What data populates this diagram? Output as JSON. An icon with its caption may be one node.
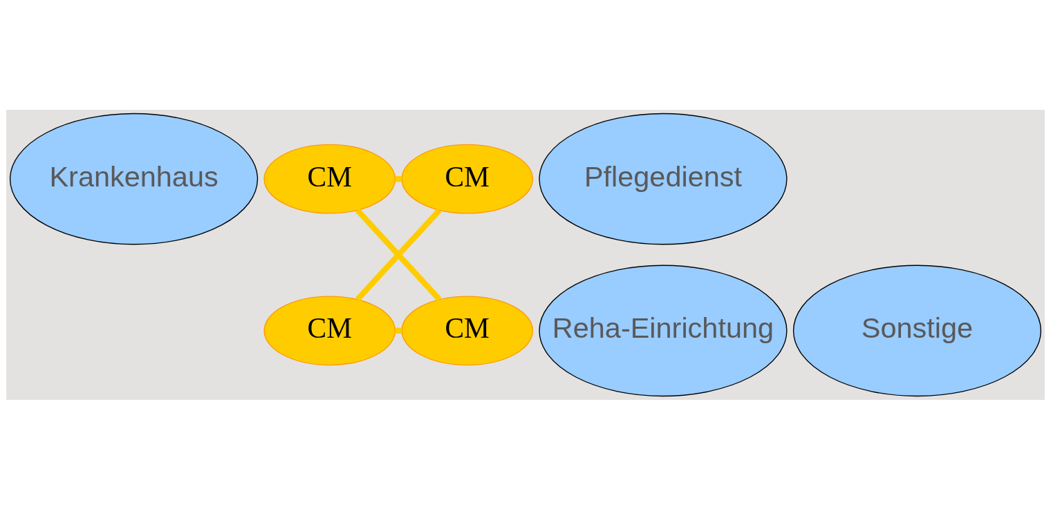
{
  "diagram": {
    "nodes": [
      {
        "text": [
          "Krankenhaus"
        ]
      },
      {
        "text": [
          "CM"
        ]
      },
      {
        "text": [
          "Pflegedienst"
        ]
      },
      {
        "text": [
          "CM"
        ]
      },
      {
        "text": [
          "Reha-Einrichtung"
        ]
      },
      {
        "text": [
          "CM"
        ]
      },
      {
        "text": [
          "CM"
        ]
      },
      {
        "text": [
          "Sonstige"
        ]
      }
    ],
    "edges": [
      {
        "from": 1,
        "to": 3,
        "arrow": "none"
      },
      {
        "from": 3,
        "to": 6,
        "arrow": "none"
      },
      {
        "from": 6,
        "to": 5,
        "arrow": "none"
      },
      {
        "from": 5,
        "to": 1,
        "arrow": "none"
      }
    ]
  }
}
